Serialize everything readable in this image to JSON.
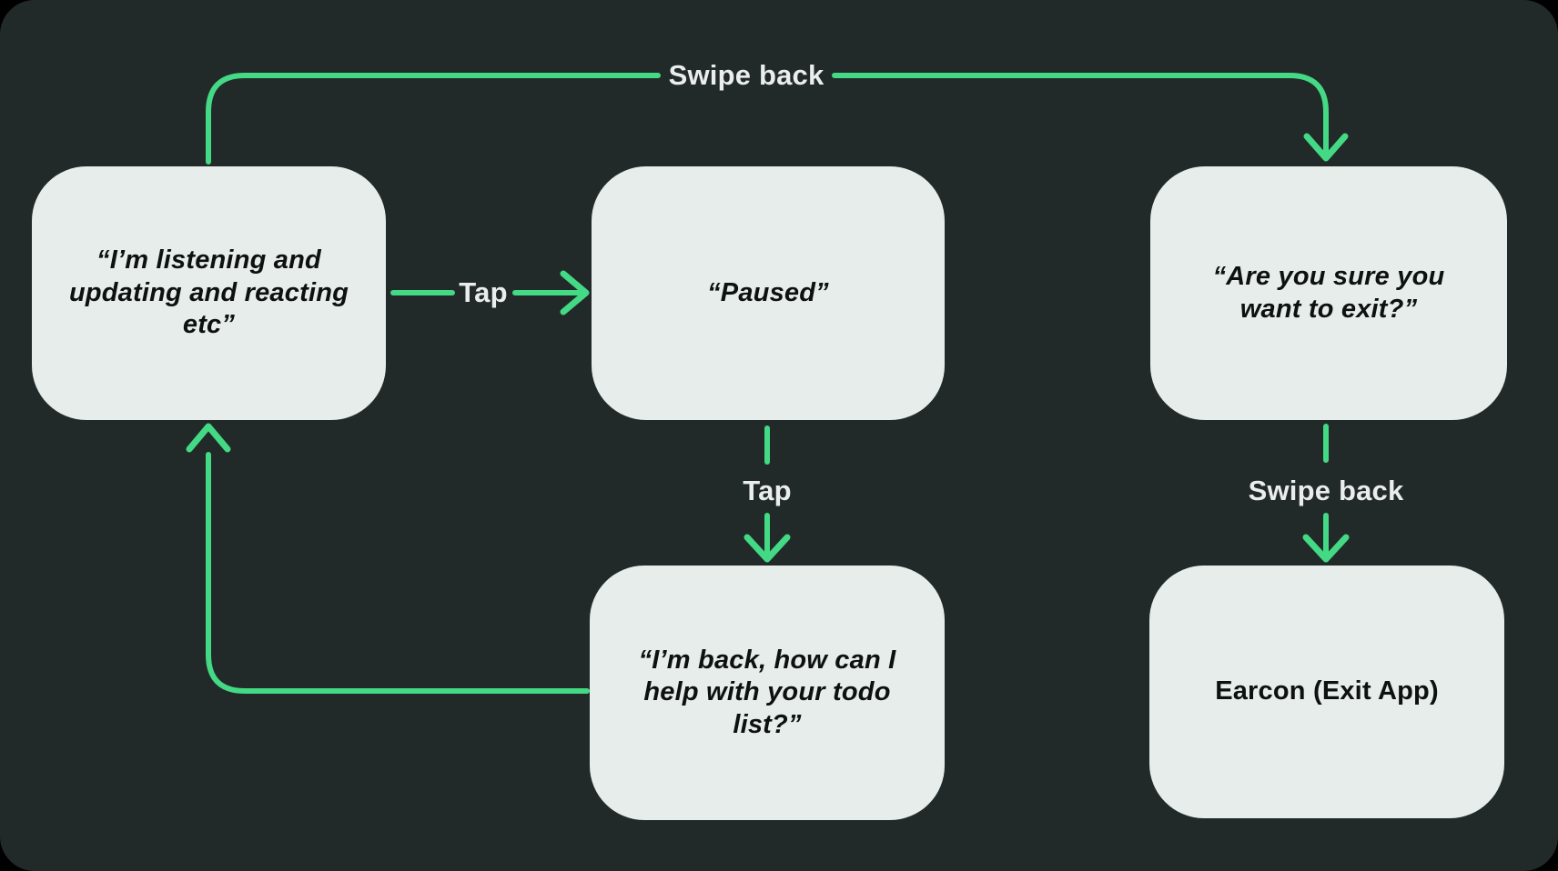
{
  "diagram": {
    "nodes": [
      {
        "id": "listening",
        "text": "“I’m listening and\nupdating and reacting\netc”"
      },
      {
        "id": "paused",
        "text": "“Paused”"
      },
      {
        "id": "exit_confirm",
        "text": "“Are you sure you\nwant to exit?”"
      },
      {
        "id": "back_todo",
        "text": "“I’m back, how can I\nhelp with your todo\nlist?”"
      },
      {
        "id": "earcon",
        "text": "Earcon (Exit App)"
      }
    ],
    "labels": {
      "swipe_back_top": "Swipe back",
      "tap_pause": "Tap",
      "tap_resume": "Tap",
      "swipe_back_exit": "Swipe back"
    },
    "colors": {
      "panel_background": "#222A29",
      "node_fill": "#E7EDEB",
      "node_text": "#0D1211",
      "arrow_green": "#43D985",
      "label_text": "#E9EDEC"
    }
  }
}
